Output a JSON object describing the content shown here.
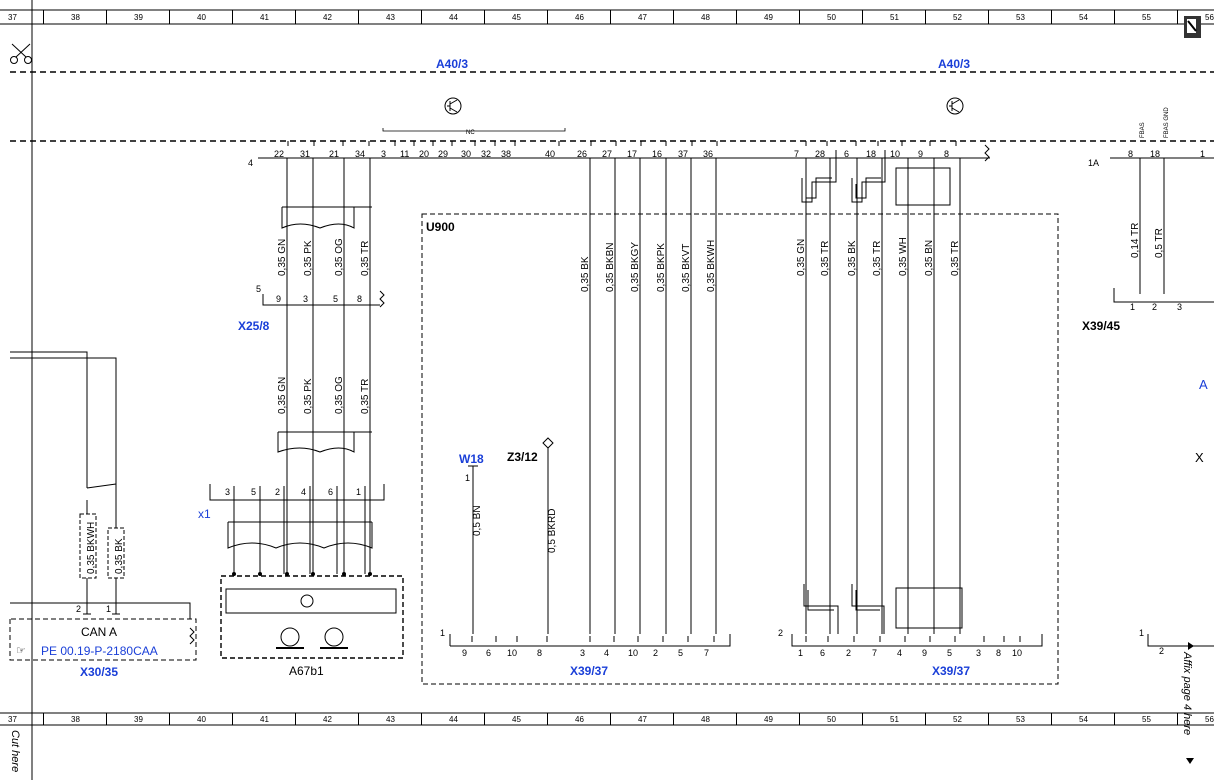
{
  "ruler": {
    "top": [
      "37",
      "38",
      "39",
      "40",
      "41",
      "42",
      "43",
      "44",
      "45",
      "46",
      "47",
      "48",
      "49",
      "50",
      "51",
      "52",
      "53",
      "54",
      "55",
      "56"
    ],
    "bottom": [
      "37",
      "38",
      "39",
      "40",
      "41",
      "42",
      "43",
      "44",
      "45",
      "46",
      "47",
      "48",
      "49",
      "50",
      "51",
      "52",
      "53",
      "54",
      "55",
      "56"
    ]
  },
  "top_module": {
    "left_label": "A40/3",
    "right_label": "A40/3",
    "row_number_left": "4",
    "row_number_right": "1A",
    "nc_label": "NC",
    "pins_left": [
      "22",
      "31",
      "21",
      "34",
      "3",
      "11",
      "20",
      "29",
      "30",
      "32",
      "38",
      "40",
      "26",
      "27",
      "17",
      "16",
      "37",
      "36"
    ],
    "pins_right": [
      "7",
      "28",
      "6",
      "18",
      "10",
      "9",
      "8"
    ],
    "pins_far": [
      "8",
      "18",
      "1"
    ],
    "fbas": [
      "FBAS",
      "FBAS GND"
    ]
  },
  "wires_left": [
    "0,35 GN",
    "0,35 PK",
    "0,35 OG",
    "0,35 TR"
  ],
  "x25_8": {
    "label": "X25/8",
    "row": "5",
    "pins": [
      "9",
      "3",
      "5",
      "8"
    ]
  },
  "x1": {
    "label": "x1",
    "pins": [
      "3",
      "5",
      "2",
      "4",
      "6",
      "1"
    ]
  },
  "a67b1": {
    "label": "A67b1"
  },
  "u900": {
    "label": "U900"
  },
  "wires_mid": [
    "0,35 BK",
    "0,35 BKBN",
    "0,35 BKGY",
    "0,35 BKPK",
    "0,35 BKVT",
    "0,35 BKWH"
  ],
  "wires_right": [
    "0,35 GN",
    "0,35 TR",
    "0,35 BK",
    "0,35 TR",
    "0,35 WH",
    "0,35 BN",
    "0,35 TR"
  ],
  "wires_far": [
    "0,14 TR",
    "0,5 TR"
  ],
  "w18": {
    "label": "W18",
    "pin": "1",
    "wire": "0,5 BN"
  },
  "z3_12": {
    "label": "Z3/12",
    "wire": "0,5 BKRD"
  },
  "x39_37_left": {
    "label": "X39/37",
    "row": "1",
    "pins": [
      "9",
      "6",
      "10",
      "8",
      "3",
      "4",
      "10",
      "2",
      "5",
      "7"
    ]
  },
  "x39_37_right": {
    "label": "X39/37",
    "row": "2",
    "pins": [
      "1",
      "6",
      "2",
      "7",
      "4",
      "9",
      "5",
      "3",
      "8",
      "10"
    ]
  },
  "x39_45": {
    "label": "X39/45",
    "pins": [
      "1",
      "2",
      "3"
    ]
  },
  "can": {
    "title": "CAN A",
    "ref": "PE 00.19-P-2180CAA",
    "wires": [
      "0,35 BKWH",
      "0,35 BK"
    ],
    "pins": [
      "2",
      "1"
    ]
  },
  "x30_35": {
    "label": "X30/35"
  },
  "far_right": {
    "row": "1",
    "pin": "2",
    "partial_a": "A",
    "partial_x": "X"
  },
  "margin": {
    "cut": "Cut here",
    "affix": "Affix page 4 here"
  },
  "colors": {
    "line": "#000000",
    "label_blue": "#1a3fd8"
  }
}
